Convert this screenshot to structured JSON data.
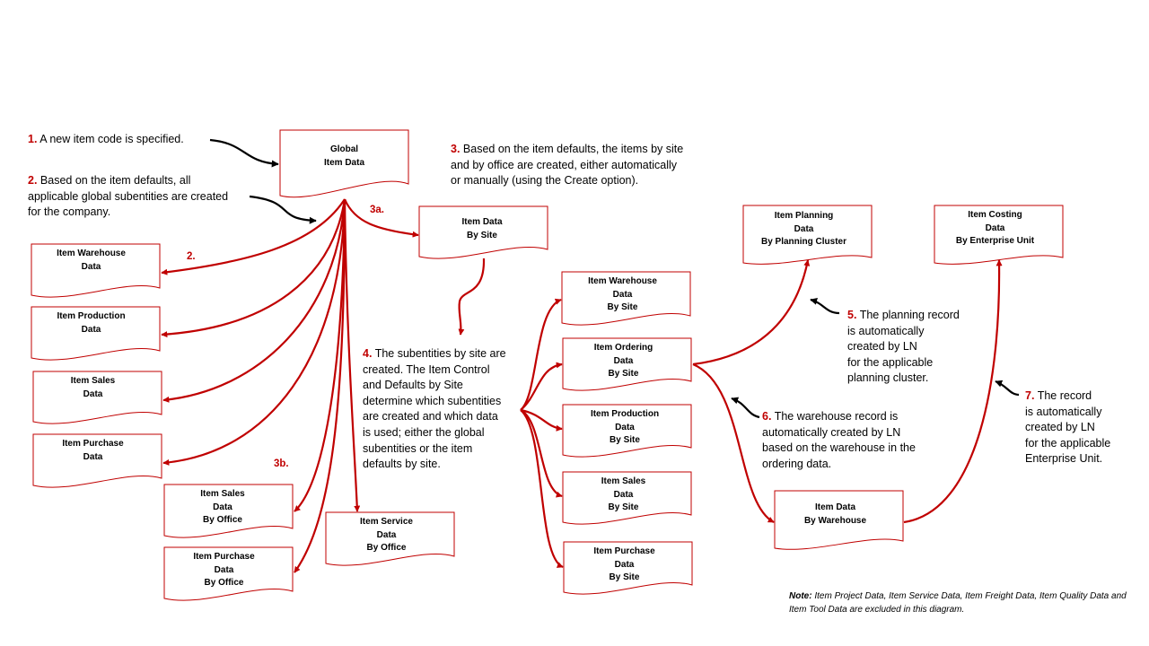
{
  "documents": {
    "global_item_data": [
      "Global",
      "Item Data"
    ],
    "item_warehouse_data": [
      "Item Warehouse",
      "Data"
    ],
    "item_production_data": [
      "Item Production",
      "Data"
    ],
    "item_sales_data": [
      "Item Sales",
      "Data"
    ],
    "item_purchase_data": [
      "Item Purchase",
      "Data"
    ],
    "item_sales_by_office": [
      "Item Sales",
      "Data",
      "By Office"
    ],
    "item_purchase_by_office": [
      "Item Purchase",
      "Data",
      "By Office"
    ],
    "item_service_by_office": [
      "Item Service",
      "Data",
      "By Office"
    ],
    "item_data_by_site": [
      "Item Data",
      "By Site"
    ],
    "site_item_warehouse": [
      "Item Warehouse",
      "Data",
      "By Site"
    ],
    "site_item_ordering": [
      "Item Ordering",
      "Data",
      "By Site"
    ],
    "site_item_production": [
      "Item Production",
      "Data",
      "By Site"
    ],
    "site_item_sales": [
      "Item Sales",
      "Data",
      "By Site"
    ],
    "site_item_purchase": [
      "Item Purchase",
      "Data",
      "By Site"
    ],
    "item_planning_data": [
      "Item Planning",
      "Data",
      "By Planning  Cluster"
    ],
    "item_costing_data": [
      "Item Costing",
      "Data",
      "By Enterprise  Unit"
    ],
    "item_data_by_warehouse": [
      "Item Data",
      "By Warehouse"
    ]
  },
  "notes": {
    "step1": {
      "number": "1.",
      "lines": [
        "A new item code is specified."
      ]
    },
    "step2": {
      "number": "2.",
      "lines": [
        "Based on the item defaults, all",
        "applicable global subentities are created",
        "for the company."
      ]
    },
    "step3": {
      "number": "3.",
      "lines": [
        "Based on the item defaults, the items by site",
        "and by office are created, either automatically",
        "or manually (using the Create option)."
      ]
    },
    "step4": {
      "number": "4.",
      "lines": [
        "The subentities by site are",
        "created. The Item Control",
        "and Defaults by Site",
        "determine which subentities",
        "are created and which data",
        "is used; either the global",
        "subentities or the item",
        "defaults by site."
      ]
    },
    "step5": {
      "number": "5.",
      "lines": [
        "The planning record",
        "is automatically",
        "created by LN",
        "for the applicable",
        "planning cluster."
      ]
    },
    "step6": {
      "number": "6.",
      "lines": [
        "The warehouse record is",
        "automatically created by LN",
        "based on the warehouse in the",
        "ordering data."
      ]
    },
    "step7": {
      "number": "7.",
      "lines": [
        "The record",
        "is automatically",
        "created by LN",
        "for the applicable",
        "Enterprise Unit."
      ]
    }
  },
  "tags": {
    "t3a": "3a.",
    "t2": "2.",
    "t3b": "3b."
  },
  "footnote": {
    "label": "Note:",
    "text": "Item Project Data, Item Service Data, Item Freight Data, Item Quality Data and Item Tool Data are excluded in this diagram."
  },
  "colors": {
    "arrow_red": "#c00000",
    "box_border": "#c00000",
    "number_red": "#c00000",
    "pointer_black": "#000000"
  }
}
